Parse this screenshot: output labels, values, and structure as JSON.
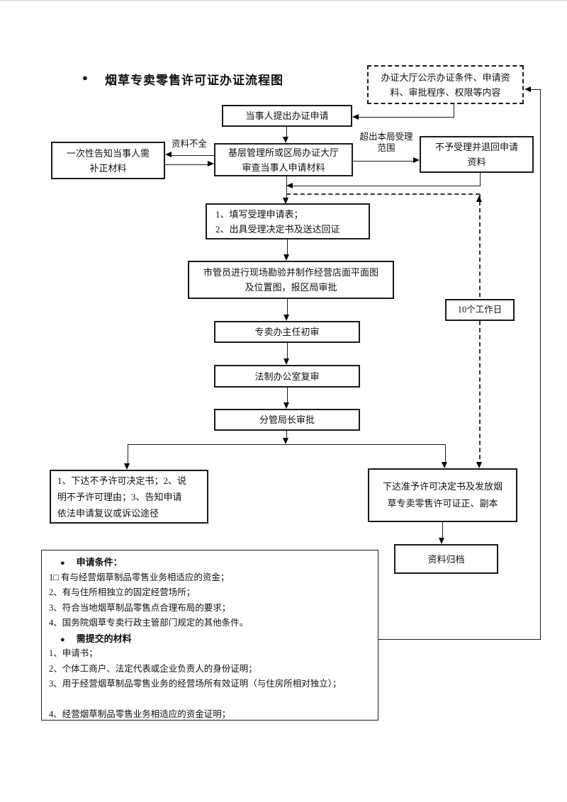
{
  "doc": {
    "bullet": "●",
    "title": "烟草专卖零售许可证办证流程图"
  },
  "flow": {
    "notice": {
      "line1": "办证大厅公示办证条件、申请资",
      "line2": "料、审批程序、权限等内容"
    },
    "apply": "当事人提出办证申请",
    "review": {
      "line1": "基层管理所或区局办证大厅",
      "line2": "审查当事人申请材料"
    },
    "supplement": {
      "line1": "一次性告知当事人需",
      "line2": "补正材料"
    },
    "label_incomplete": "资料不全",
    "label_scope": {
      "line1": "超出本局受理",
      "line2": "范围"
    },
    "reject": {
      "line1": "不予受理并退回申请",
      "line2": "资料"
    },
    "accept": {
      "line1": "1、填写受理申请表；",
      "line2": "2、出具受理决定书及送达回证"
    },
    "survey": {
      "line1": "市管员进行现场勘验并制作经营店面平面图",
      "line2": "及位置图，报区局审批"
    },
    "initial": "专卖办主任初审",
    "legal": "法制办公室复审",
    "director": "分管局长审批",
    "days": "10个工作日",
    "deny": {
      "line1": "1、下达不予许可决定书；2、说",
      "line2": "明不予许可理由；3、告知申请",
      "line3": "依法申请复议或诉讼途径"
    },
    "grant": {
      "line1": "下达准予许可决定书及发放烟",
      "line2": "草专卖零售许可证正、副本"
    },
    "archive": "资料归档"
  },
  "info": {
    "bullet": "●",
    "conditions_heading": "申请条件：",
    "conditions": [
      "1□ 有与经营烟草制品零售业务相适应的资金；",
      "2、有与住所相独立的固定经营场所；",
      "3、符合当地烟草制品零售点合理布局的要求；",
      "4、国务院烟草专卖行政主管部门规定的其他条件。"
    ],
    "materials_heading": "需提交的材料",
    "materials": [
      "1、申请书；",
      "2、个体工商户、法定代表或企业负责人的身份证明；",
      "3、用于经营烟草制品零售业务的经营场所有效证明（与住房所相对独立）；",
      "",
      "4、经营烟草制品零售业务相适应的资金证明；"
    ]
  }
}
